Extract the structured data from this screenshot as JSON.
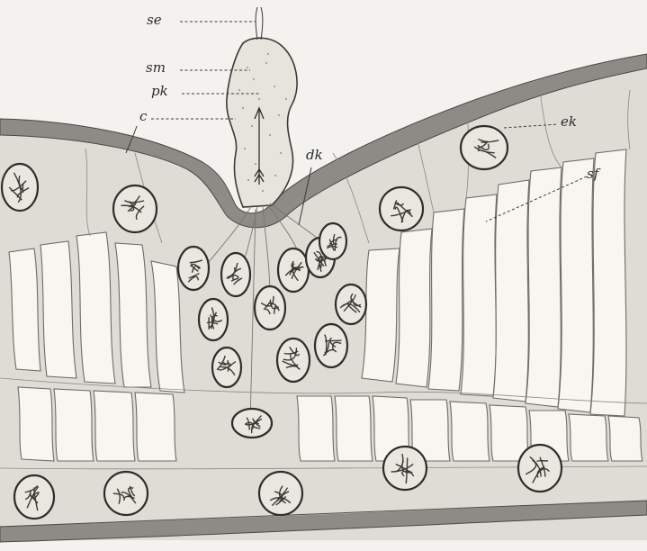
{
  "figure": {
    "labels": {
      "se": "se",
      "sm": "sm",
      "pk": "pk",
      "c": "c",
      "dk": "dk",
      "ek": "ek",
      "sf": "sf"
    },
    "colors": {
      "cuticle": "#8c8b86",
      "tissue_shade": "#dddcd5",
      "cell_fill": "#f7f6f1",
      "ink": "#2e2d29"
    }
  }
}
